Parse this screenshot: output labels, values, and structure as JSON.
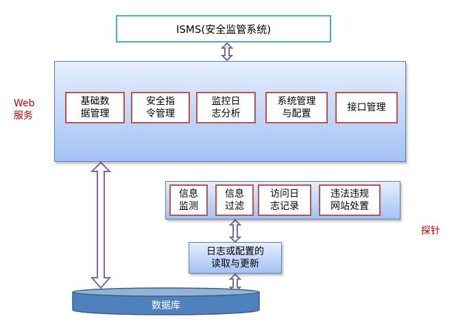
{
  "isms": {
    "label": "ISMS(安全监管系统)"
  },
  "web_service": {
    "label_line1": "Web",
    "label_line2": "服务",
    "modules": [
      {
        "line1": "基础数",
        "line2": "据管理"
      },
      {
        "line1": "安全指",
        "line2": "令管理"
      },
      {
        "line1": "监控日",
        "line2": "志分析"
      },
      {
        "line1": "系统管理",
        "line2": "与配置"
      },
      {
        "line1": "接口管理",
        "line2": ""
      }
    ]
  },
  "probe": {
    "label": "探针",
    "modules": [
      {
        "line1": "信息",
        "line2": "监测"
      },
      {
        "line1": "信息",
        "line2": "过滤"
      },
      {
        "line1": "访问日",
        "line2": "志记录"
      },
      {
        "line1": "违法违规",
        "line2": "网站处置"
      }
    ]
  },
  "read_write": {
    "line1": "日志或配置的",
    "line2": "读取与更新"
  },
  "database": {
    "label": "数据库"
  },
  "colors": {
    "module_border": "#c0504d",
    "arrow": "#8064a2",
    "database_fill": "#4f81bd",
    "side_label": "#c00000",
    "isms_border": "#4bacc6"
  }
}
